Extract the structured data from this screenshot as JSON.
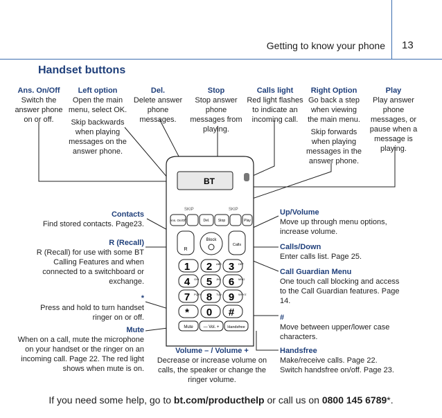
{
  "header": {
    "title": "Getting to know your phone",
    "page_number": "13"
  },
  "section_title": "Handset buttons",
  "top_callouts": [
    {
      "id": "ans",
      "title": "Ans. On/Off",
      "text": "Switch the answer phone on or off."
    },
    {
      "id": "leftopt",
      "title": "Left option",
      "text": "Open the main menu, select OK.",
      "sub": "Skip backwards when playing messages on the answer phone."
    },
    {
      "id": "del",
      "title": "Del.",
      "text": "Delete answer phone messages."
    },
    {
      "id": "stop",
      "title": "Stop",
      "text": "Stop answer phone messages from playing."
    },
    {
      "id": "calls",
      "title": "Calls light",
      "text": "Red light flashes to indicate an incoming call."
    },
    {
      "id": "rightopt",
      "title": "Right Option",
      "text": "Go back a step when viewing the main menu.",
      "sub": "Skip forwards when playing messages in the answer phone."
    },
    {
      "id": "play",
      "title": "Play",
      "text": "Play answer phone messages, or pause when a message is playing."
    }
  ],
  "left_callouts": [
    {
      "id": "contacts",
      "title": "Contacts",
      "text": "Find stored contacts. Page23."
    },
    {
      "id": "recall",
      "title": "R (Recall)",
      "text": "R (Recall) for use with some BT Calling Features and when connected to a switchboard or exchange."
    },
    {
      "id": "star",
      "title": "*",
      "text": "Press and hold to turn handset ringer on or off."
    },
    {
      "id": "mute",
      "title": "Mute",
      "text": "When on a call, mute the microphone on your handset or the ringer on an incoming call. Page 22. The red light shows when mute is on."
    }
  ],
  "right_callouts": [
    {
      "id": "upvol",
      "title": "Up/Volume",
      "text": "Move up through menu options, increase volume."
    },
    {
      "id": "callsdown",
      "title": "Calls/Down",
      "text": "Enter calls list. Page 25."
    },
    {
      "id": "guardian",
      "title": "Call Guardian Menu",
      "text": "One touch call blocking and access to the Call Guardian features. Page 14."
    },
    {
      "id": "hash",
      "title": "#",
      "text": "Move between upper/lower case characters."
    },
    {
      "id": "handsfree",
      "title": "Handsfree",
      "text": "Make/receive calls. Page 22. Switch handsfree on/off. Page 23."
    }
  ],
  "bottom_callout": {
    "title": "Volume – / Volume +",
    "text": "Decrease or increase volume on calls, the speaker or change the ringer volume."
  },
  "phone": {
    "brand": "BT",
    "skip_left": "SKIP",
    "skip_right": "SKIP",
    "ans_label": "Ans. On/Off",
    "del_label": "Del.",
    "stop_label": "Stop",
    "play_label": "Play",
    "block_label": "Block",
    "calls_label": "Calls",
    "recall_label": "R",
    "mute_label": "Mute",
    "vol_label": "— Vol. +",
    "handsfree_label": "Handsfree",
    "keys": [
      "1",
      "2",
      "3",
      "4",
      "5",
      "6",
      "7",
      "8",
      "9",
      "*",
      "0",
      "#"
    ],
    "key_subs": [
      "",
      "ABC",
      "DEF",
      "GHI",
      "JKL",
      "MNO",
      "PQRS",
      "TUV",
      "WXYZ",
      "",
      "",
      ""
    ]
  },
  "footer": {
    "prefix": "If you need some help, go to ",
    "link": "bt.com/producthelp",
    "middle": " or call us on ",
    "phone": "0800 145 6789",
    "suffix": "*."
  },
  "colors": {
    "accent": "#1f3f7a",
    "rule": "#3a6cae"
  }
}
